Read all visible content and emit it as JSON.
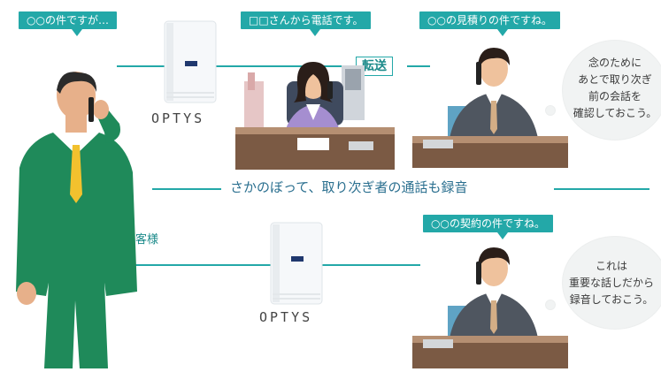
{
  "colors": {
    "teal": "#23a8a8",
    "suit_green": "#1f8a5a",
    "suit_gray": "#4f5660",
    "desk": "#7b5a44"
  },
  "bubbles": {
    "caller_speech": "○○の件ですが…",
    "operator_speech": "□□さんから電話です。",
    "agent1_speech": "○○の見積りの件ですね。",
    "agent2_speech": "○○の契約の件ですね。"
  },
  "thoughts": {
    "agent1": [
      "念のために",
      "あとで取り次ぎ",
      "前の会話を",
      "確認しておこう。"
    ],
    "agent2": [
      "これは",
      "重要な話しだから",
      "録音しておこう。"
    ]
  },
  "transfer_label": "転送",
  "banner_text": "さかのぼって、取り次ぎ者の通話も録音",
  "customer_label": "お客様",
  "device_labels": {
    "top": "OPTYS",
    "bottom": "OPTYS"
  },
  "icons": [
    "recorder-device-icon",
    "businessman-icon",
    "operator-woman-icon",
    "agent-at-desk-icon"
  ]
}
